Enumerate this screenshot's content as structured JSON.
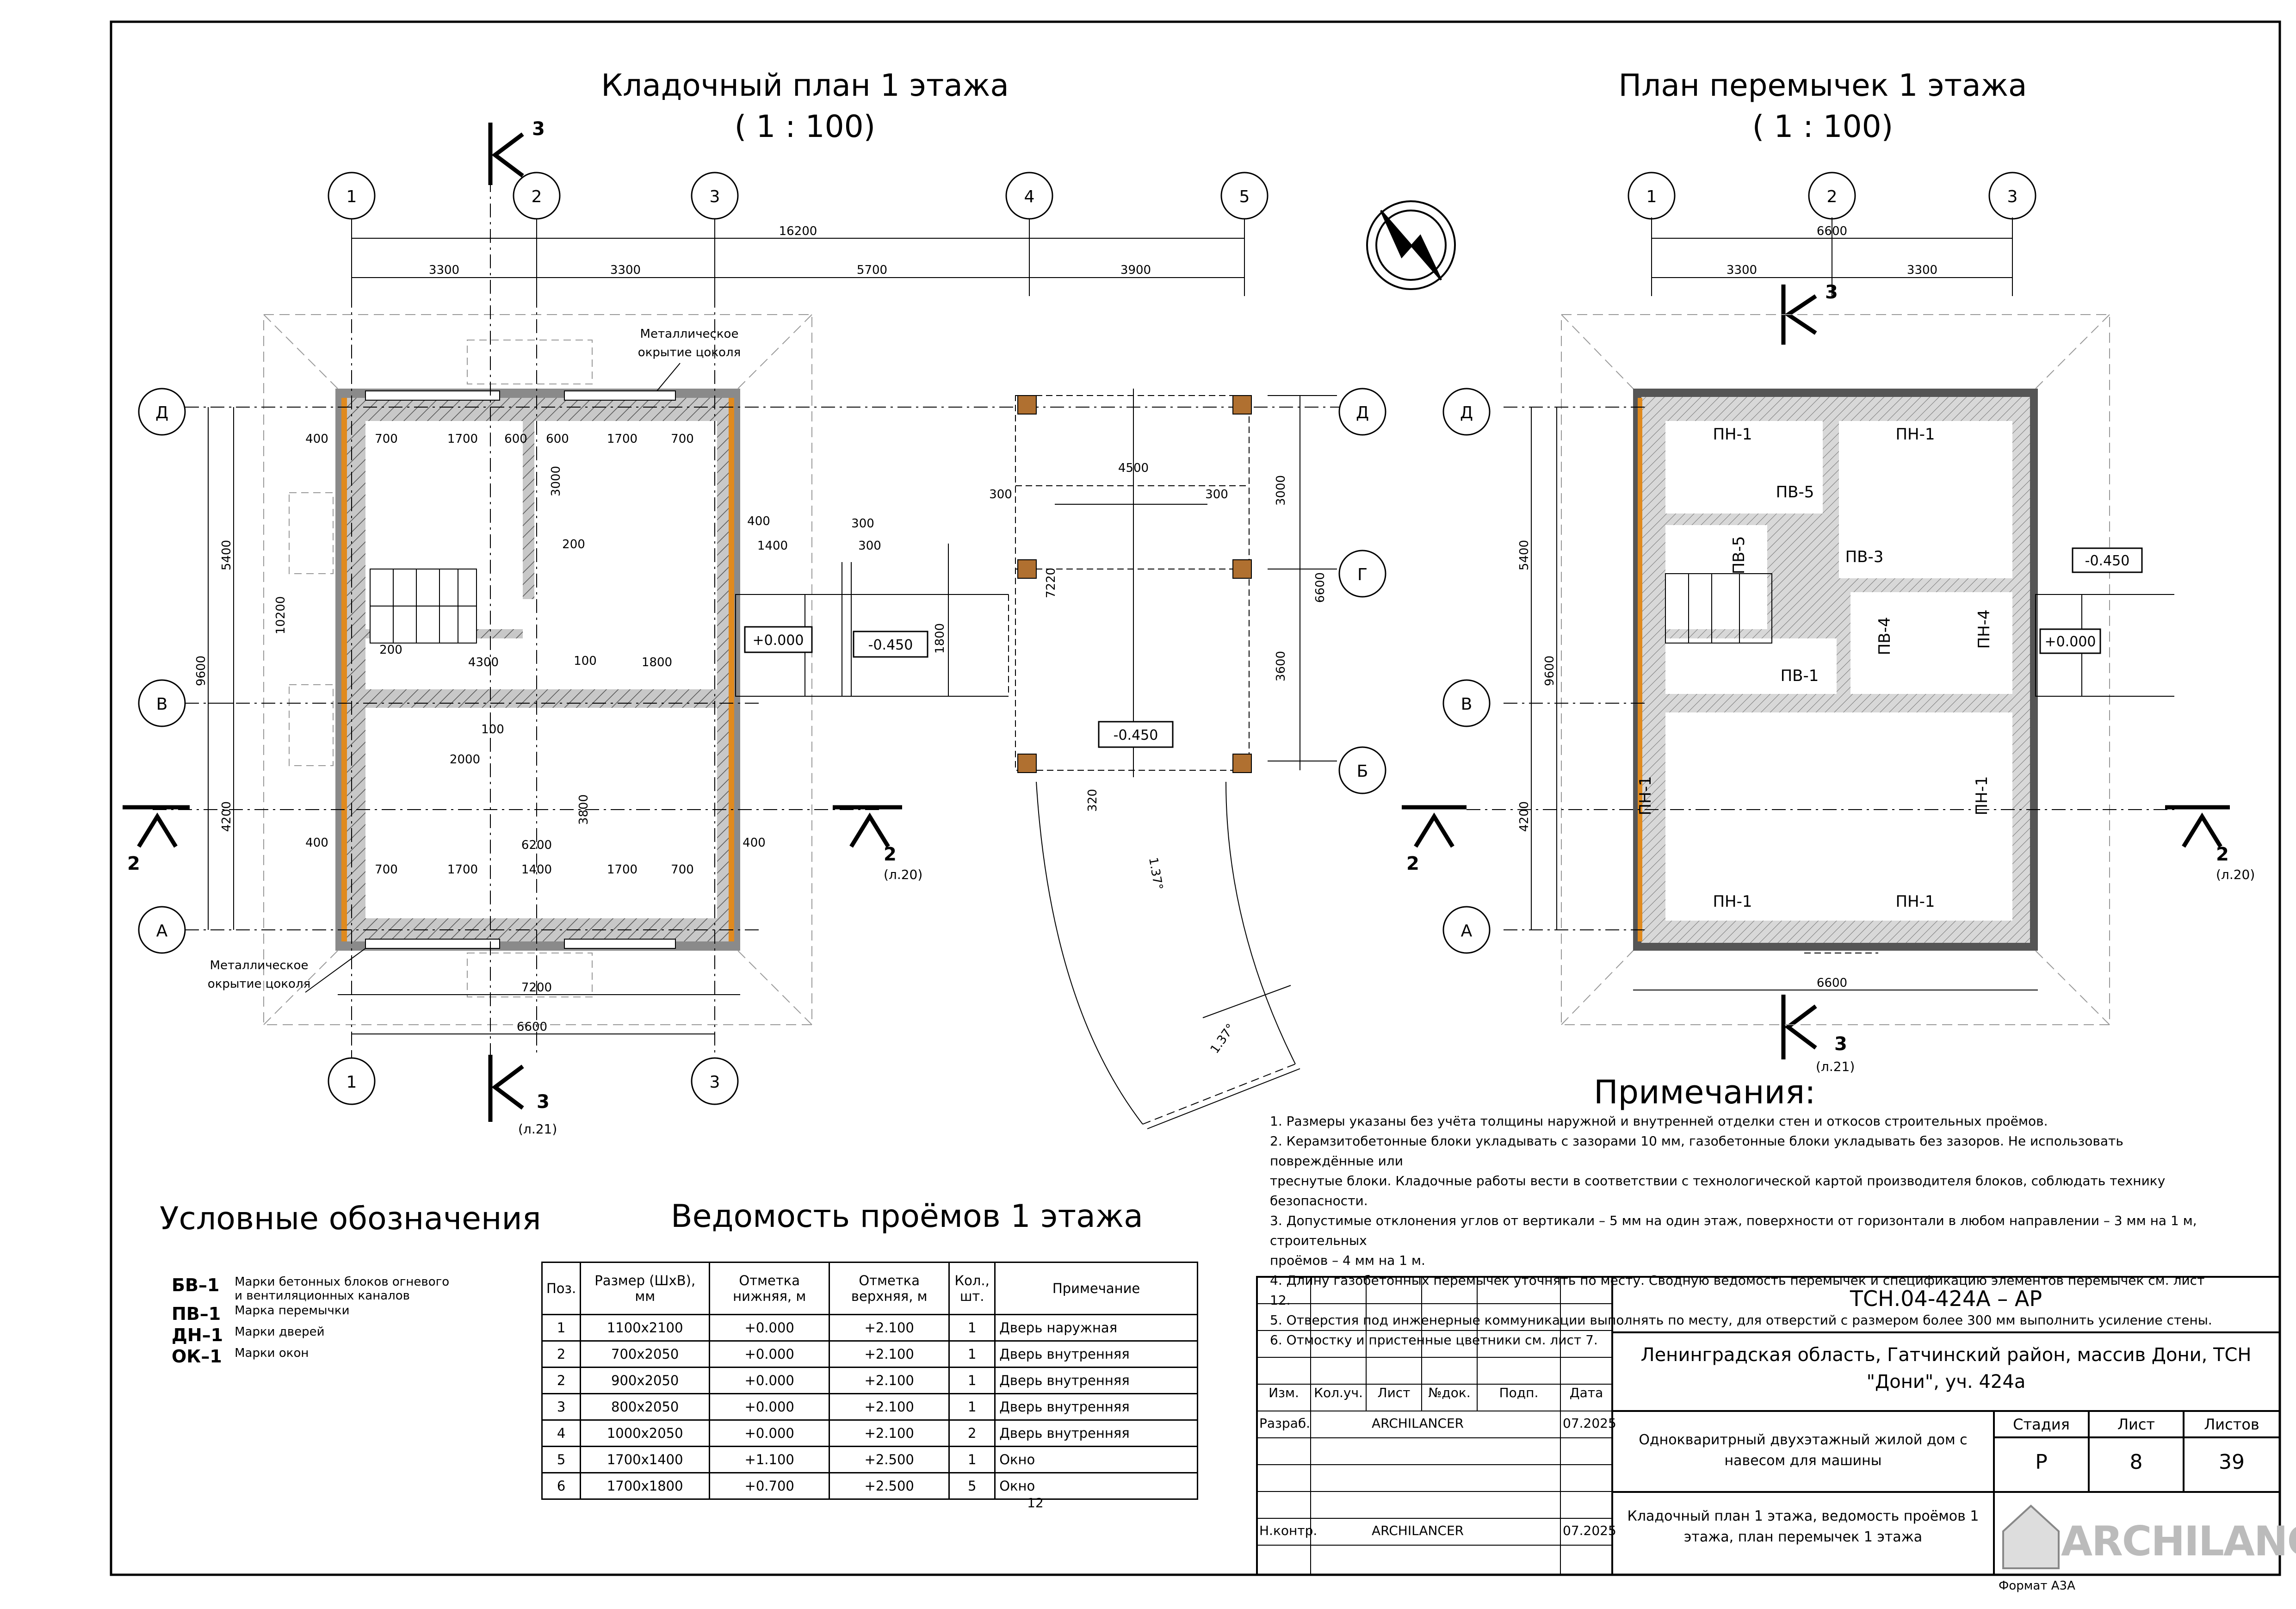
{
  "plan1": {
    "title": "Кладочный план 1 этажа",
    "scale": "( 1 : 100)"
  },
  "plan2": {
    "title": "План перемычек 1 этажа",
    "scale": "( 1 : 100)"
  },
  "axes": {
    "num": [
      "1",
      "2",
      "3",
      "4",
      "5"
    ],
    "let": [
      "Д",
      "Г",
      "В",
      "Б",
      "А"
    ]
  },
  "dims": {
    "total": "16200",
    "d3300": "3300",
    "d5700": "5700",
    "d3900": "3900",
    "d6600": "6600",
    "d7200": "7200",
    "d6200": "6200",
    "d5400": "5400",
    "d4200": "4200",
    "d9600": "9600",
    "d10200": "10200",
    "d4500": "4500",
    "d7220": "7220",
    "d3000": "3000",
    "d3600": "3600",
    "d300": "300",
    "d320": "320",
    "d1400": "1400",
    "d1800": "1800",
    "d1700": "1700",
    "d700": "700",
    "d600": "600",
    "d400": "400",
    "d200": "200",
    "d100": "100",
    "d2000": "2000",
    "d4300": "4300",
    "d3800": "3800",
    "angle": "1.37°"
  },
  "levels": {
    "zero": "+0.000",
    "minus": "-0.450"
  },
  "section": {
    "s2": "2",
    "s3": "3",
    "ref20": "(л.20)",
    "ref21": "(л.21)"
  },
  "labels": {
    "metal1": "Металлическое",
    "metal2": "окрытие цоколя"
  },
  "lintels": {
    "pn1": "ПН-1",
    "pv5": "ПВ-5",
    "pv3": "ПВ-3",
    "pv4": "ПВ-4",
    "pn4": "ПН-4",
    "pv1": "ПВ-1"
  },
  "notes": {
    "title": "Примечания:",
    "items": [
      "1.  Размеры указаны без учёта толщины наружной и внутренней отделки стен и откосов строительных проёмов.",
      "2.  Керамзитобетонные блоки укладывать с зазорами 10 мм, газобетонные блоки укладывать без зазоров. Не использовать повреждённые или",
      "     треснутые блоки. Кладочные работы вести в соответствии с технологической картой производителя блоков, соблюдать технику безопасности.",
      "3.  Допустимые отклонения углов от вертикали – 5 мм на один этаж, поверхности от горизонтали в любом направлении – 3 мм на 1 м, строительных",
      "     проёмов – 4 мм на 1 м.",
      "4.  Длину газобетонных перемычек уточнять по месту. Сводную ведомость перемычек и спецификацию элементов перемычек см. лист 12.",
      "5.  Отверстия под инженерные коммуникации выполнять по месту, для отверстий с размером более 300 мм выполнить усиление стены.",
      "6.  Отмостку и пристенные цветники см. лист 7."
    ]
  },
  "legend": {
    "title": "Условные обозначения",
    "items": [
      {
        "code": "БВ–1",
        "desc1": "Марки бетонных блоков огневого",
        "desc2": "и вентиляционных каналов"
      },
      {
        "code": "ПВ–1",
        "desc1": "Марка перемычки",
        "desc2": ""
      },
      {
        "code": "ДН–1",
        "desc1": "Марки дверей",
        "desc2": ""
      },
      {
        "code": "ОК–1",
        "desc1": "Марки окон",
        "desc2": ""
      }
    ]
  },
  "openings": {
    "title": "Ведомость проёмов 1 этажа",
    "headers": [
      "Поз.",
      "Размер (ШхВ), мм",
      "Отметка нижняя, м",
      "Отметка верхняя, м",
      "Кол., шт.",
      "Примечание"
    ],
    "rows": [
      [
        "1",
        "1100x2100",
        "+0.000",
        "+2.100",
        "1",
        "Дверь наружная"
      ],
      [
        "2",
        "700x2050",
        "+0.000",
        "+2.100",
        "1",
        "Дверь внутренняя"
      ],
      [
        "2",
        "900x2050",
        "+0.000",
        "+2.100",
        "1",
        "Дверь внутренняя"
      ],
      [
        "3",
        "800x2050",
        "+0.000",
        "+2.100",
        "1",
        "Дверь внутренняя"
      ],
      [
        "4",
        "1000x2050",
        "+0.000",
        "+2.100",
        "2",
        "Дверь внутренняя"
      ],
      [
        "5",
        "1700x1400",
        "+1.100",
        "+2.500",
        "1",
        "Окно"
      ],
      [
        "6",
        "1700x1800",
        "+0.700",
        "+2.500",
        "5",
        "Окно"
      ]
    ],
    "page": "12"
  },
  "stamp": {
    "code": "ТСН.04-424А – АР",
    "addr1": "Ленинградская область, Гатчинский район, массив Дони, ТСН",
    "addr2": "\"Дони\", уч. 424а",
    "cols": [
      "Изм.",
      "Кол.уч.",
      "Лист",
      "№док.",
      "Подп.",
      "Дата"
    ],
    "razrab": "Разраб.",
    "author": "ARCHILANCER",
    "date": "07.2025",
    "nkontr": "Н.контр.",
    "object1": "Однокваритрный двухэтажный жилой дом с",
    "object2": "навесом для машины",
    "stage_h": "Стадия",
    "sheet_h": "Лист",
    "sheets_h": "Листов",
    "stage": "Р",
    "sheet": "8",
    "sheets": "39",
    "content1": "Кладочный план 1 этажа, ведомость проёмов 1",
    "content2": "этажа, план перемычек 1 этажа",
    "logo": "ARCHILANCER",
    "format": "Формат А3А"
  }
}
